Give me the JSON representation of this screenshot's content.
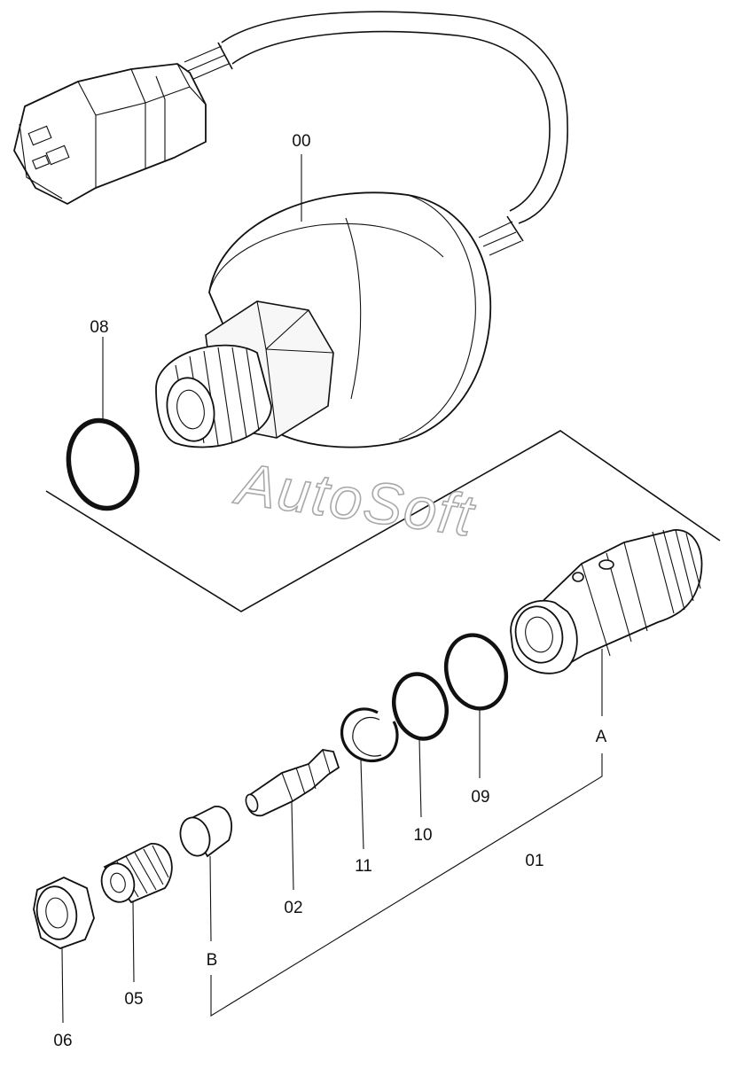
{
  "diagram": {
    "watermark": "AutoSoft",
    "callouts": [
      {
        "id": "00",
        "text": "00"
      },
      {
        "id": "08",
        "text": "08"
      },
      {
        "id": "A",
        "text": "A"
      },
      {
        "id": "09",
        "text": "09"
      },
      {
        "id": "10",
        "text": "10"
      },
      {
        "id": "11",
        "text": "11"
      },
      {
        "id": "01",
        "text": "01"
      },
      {
        "id": "02",
        "text": "02"
      },
      {
        "id": "B",
        "text": "B"
      },
      {
        "id": "05",
        "text": "05"
      },
      {
        "id": "06",
        "text": "06"
      }
    ]
  }
}
